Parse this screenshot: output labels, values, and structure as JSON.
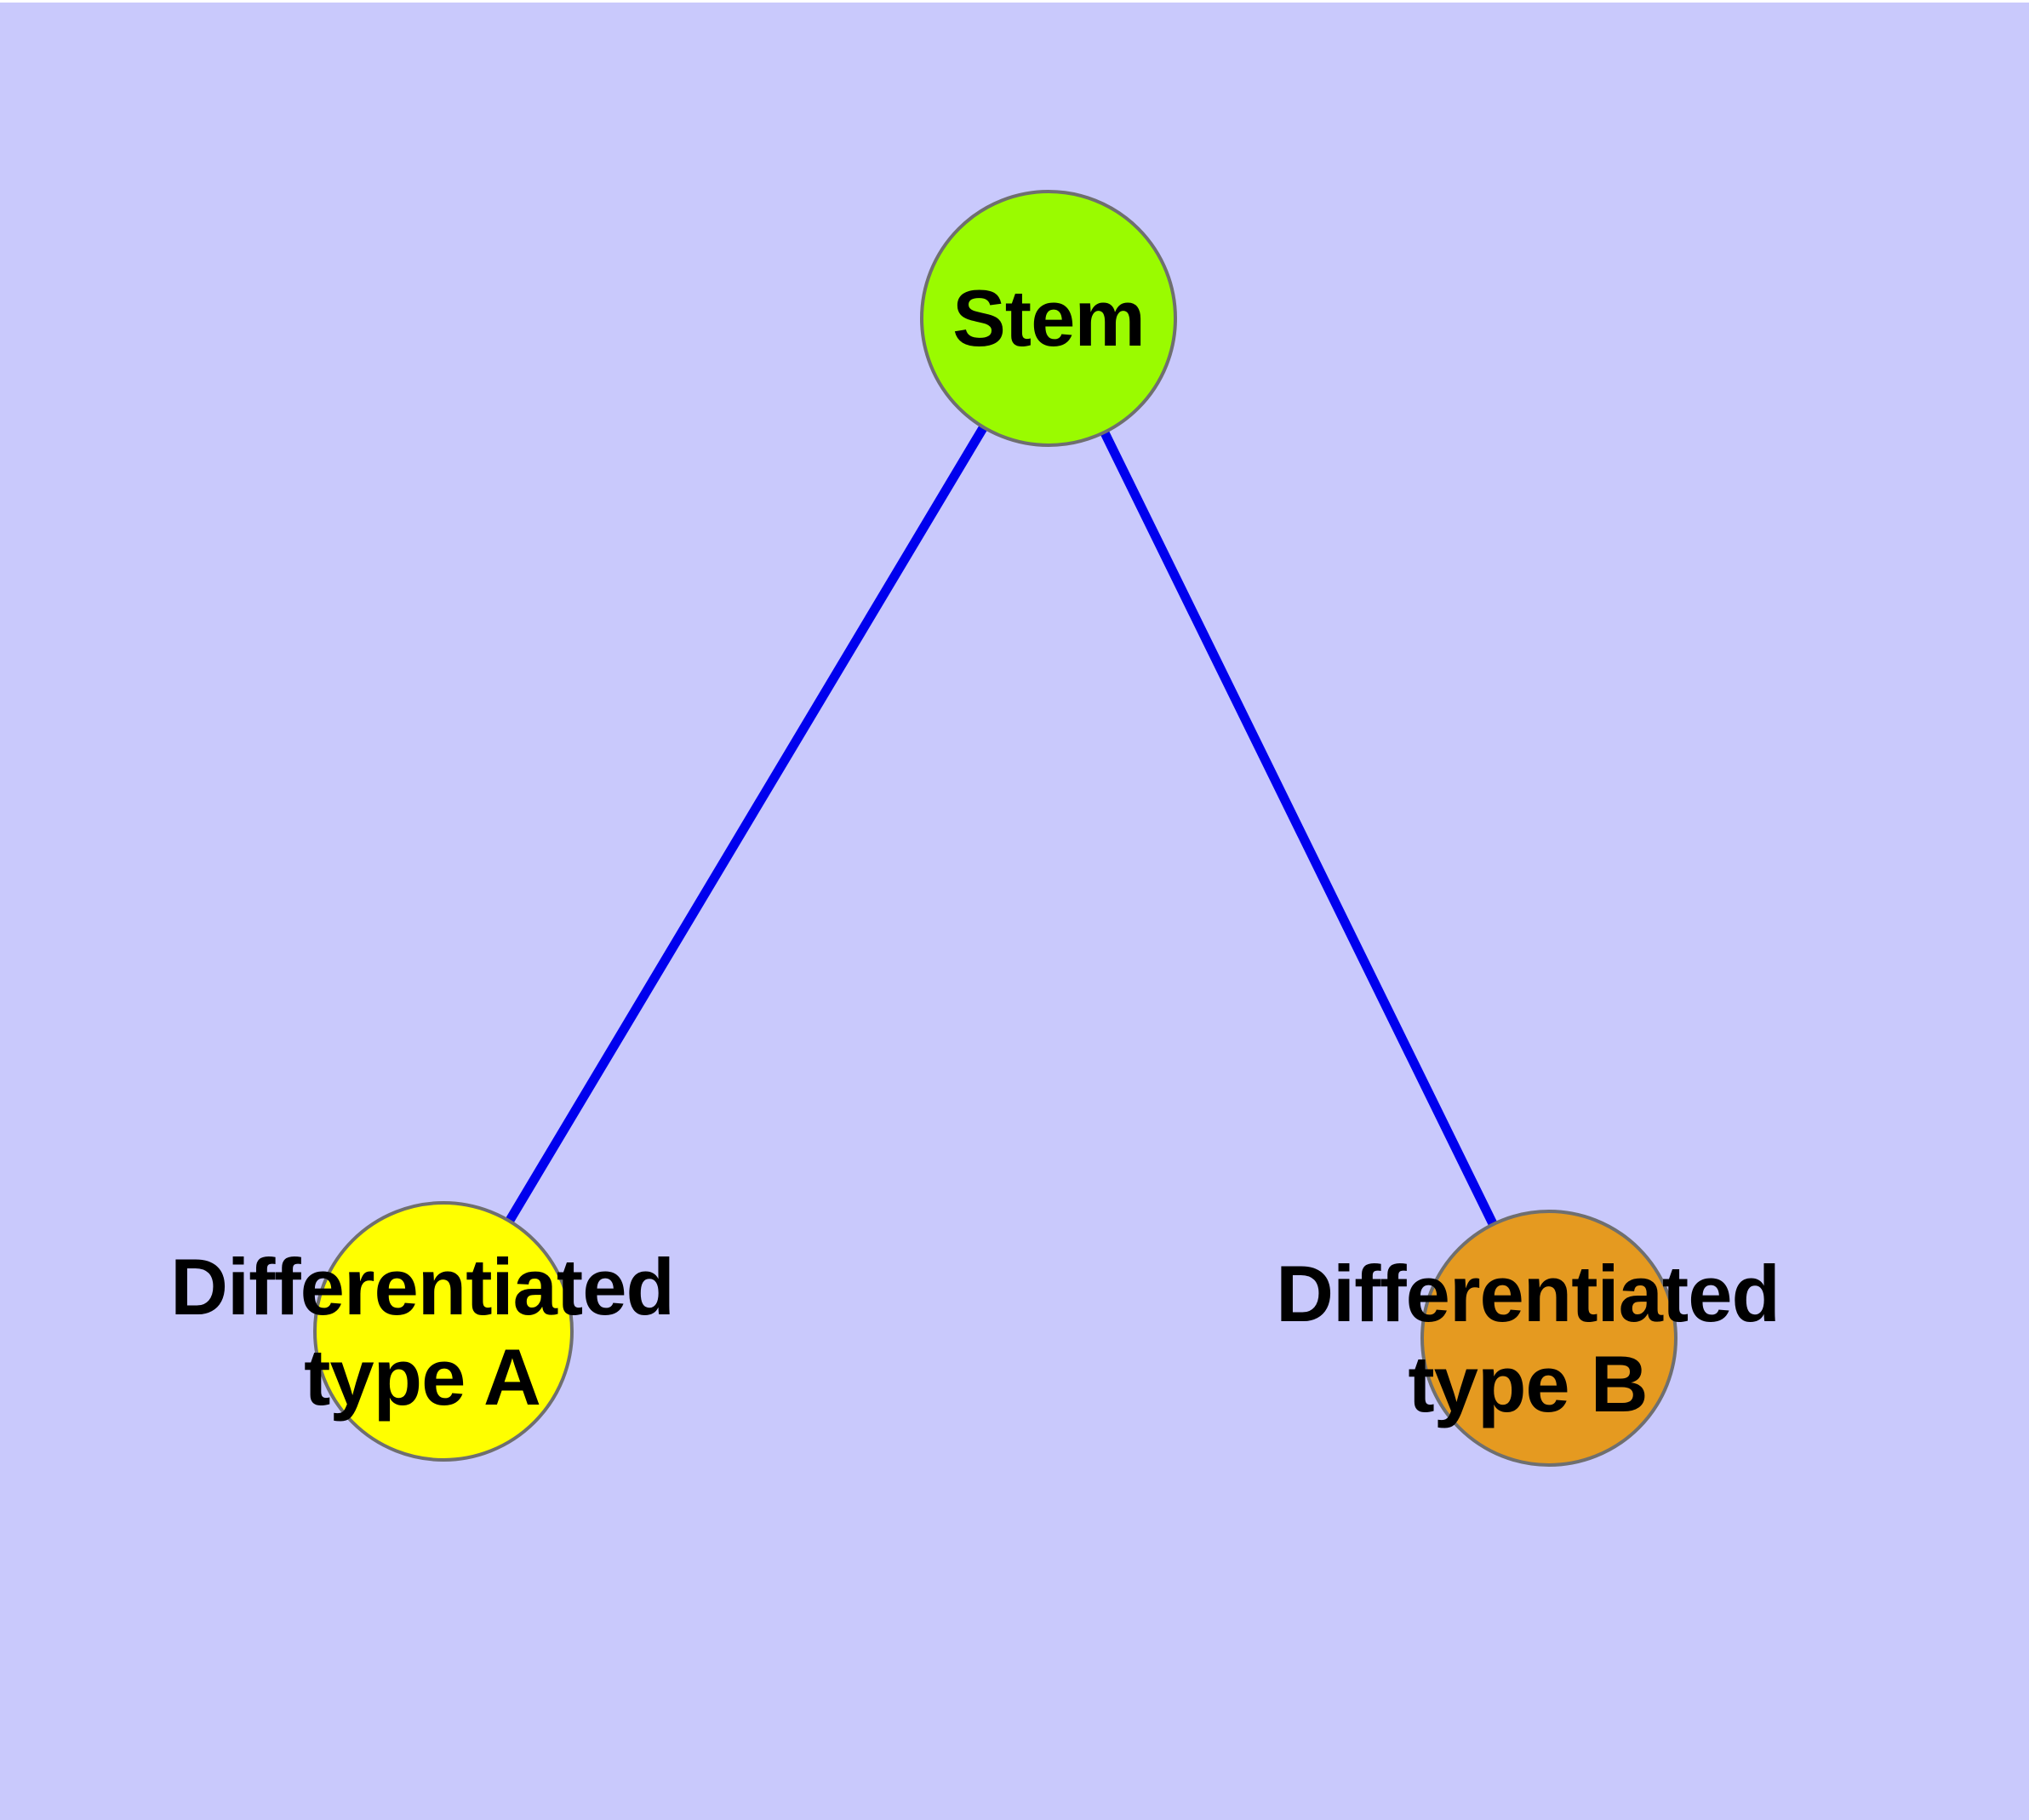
{
  "diagram": {
    "type": "graph",
    "background_color": "#C9C9FC",
    "top_strip_color": "#FFFFFF",
    "edge_color": "#0000EE",
    "node_border_color": "#6F6F6F",
    "label_color": "#000000",
    "nodes": [
      {
        "id": "stem",
        "label_line1": "Stem",
        "label_line2": "",
        "fill": "#9AFB00"
      },
      {
        "id": "type-a",
        "label_line1": "Differentiated",
        "label_line2": "type A",
        "fill": "#FFFF00"
      },
      {
        "id": "type-b",
        "label_line1": "Differentiated",
        "label_line2": "type B",
        "fill": "#E59A20"
      }
    ],
    "edges": [
      {
        "from": "stem",
        "to": "type-a"
      },
      {
        "from": "stem",
        "to": "type-b"
      }
    ]
  }
}
